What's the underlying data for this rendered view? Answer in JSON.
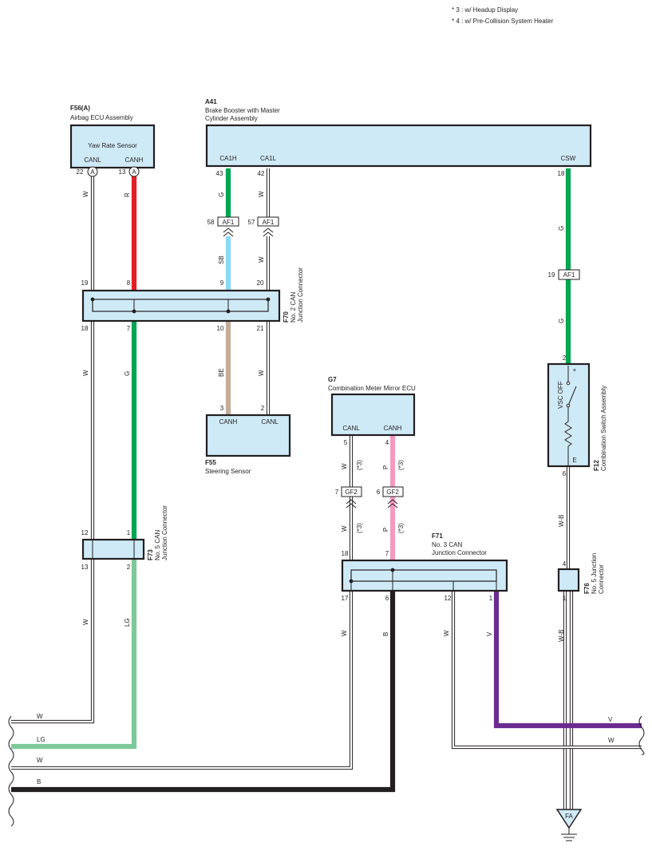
{
  "notes": [
    "* 3 : w/ Headup Display",
    "* 4 : w/ Pre-Collision System Heater"
  ],
  "components": {
    "f56": {
      "code": "F56(A)",
      "name": "Airbag ECU Assembly",
      "inner": "Yaw Rate Sensor",
      "pins": [
        "CANL",
        "CANH"
      ],
      "pin_nums": [
        "22",
        "13"
      ],
      "conn": "A"
    },
    "a41": {
      "code": "A41",
      "name1": "Brake Booster with Master",
      "name2": "Cylinder Assembly",
      "pins": [
        "CA1H",
        "CA1L",
        "CSW"
      ],
      "pin_nums": [
        "43",
        "42",
        "18"
      ]
    },
    "f70": {
      "code": "F70",
      "name1": "No. 2 CAN",
      "name2": "Junction Connector",
      "pins_top": [
        "19",
        "8",
        "9",
        "20"
      ],
      "pins_bottom": [
        "18",
        "7",
        "10",
        "21"
      ]
    },
    "f55": {
      "code": "F55",
      "name": "Steering Sensor",
      "pins": [
        "CANH",
        "CANL"
      ],
      "pin_nums": [
        "3",
        "2"
      ]
    },
    "g7": {
      "code": "G7",
      "name": "Combination Meter Mirror ECU",
      "pins": [
        "CANL",
        "CANH"
      ],
      "pin_nums": [
        "5",
        "4"
      ]
    },
    "f12": {
      "code": "F12",
      "name": "Combination Switch Assembly",
      "switch_label": "VSC OFF",
      "plus": "+",
      "e": "E",
      "pin_top": "2",
      "pin_bottom": "6"
    },
    "f73": {
      "code": "F73",
      "name1": "No. 5 CAN",
      "name2": "Junction Connector",
      "pins": [
        "12",
        "1",
        "13",
        "2"
      ]
    },
    "f71": {
      "code": "F71",
      "name1": "No. 3 CAN",
      "name2": "Junction Connector",
      "pins_top": [
        "18",
        "7"
      ],
      "pins_bottom": [
        "17",
        "6",
        "12",
        "1"
      ]
    },
    "f76": {
      "code": "F76",
      "name1": "No. 5 Junction",
      "name2": "Connector",
      "pin_top": "4",
      "pin_bottom": "1"
    }
  },
  "connectors": {
    "af1_a": {
      "tag": "AF1",
      "pin": "58"
    },
    "af1_b": {
      "tag": "AF1",
      "pin": "57"
    },
    "af1_c": {
      "tag": "AF1",
      "pin": "19"
    },
    "gf2_a": {
      "tag": "GF2",
      "pin": "7"
    },
    "gf2_b": {
      "tag": "GF2",
      "pin": "6"
    }
  },
  "ground": "FA",
  "wire_labels": {
    "f56_canl": "W",
    "f56_canh": "R",
    "a41_ca1h": "G",
    "a41_ca1l": "W",
    "af1_sb": "SB",
    "af1_w": "W",
    "f70_w": "W",
    "f70_g": "G",
    "f70_be": "BE",
    "f70_w2": "W",
    "csw_g": "G",
    "csw_g2": "G",
    "g7_w": "W",
    "g7_p": "P",
    "g7_w2": "W",
    "g7_p2": "P",
    "g7_note": "(*3)",
    "f12_wb": "W-B",
    "f73_w": "W",
    "f73_lg": "LG",
    "f71_w": "W",
    "f71_b": "B",
    "f71_w2": "W",
    "f71_v": "V",
    "f76_wb": "W-B",
    "bot_w1": "W",
    "bot_lg": "LG",
    "bot_w2": "W",
    "bot_b": "B",
    "bot_v": "V",
    "bot_wr": "W"
  },
  "colors": {
    "red": "#e31e24",
    "green": "#00a651",
    "sky": "#8ed8f8",
    "tan": "#c4ad98",
    "pink": "#f49ac1",
    "lightgreen": "#7ec99a",
    "black": "#231f20",
    "purple": "#6a2c91",
    "white": "#ffffff",
    "box": "#cfeaf7"
  }
}
